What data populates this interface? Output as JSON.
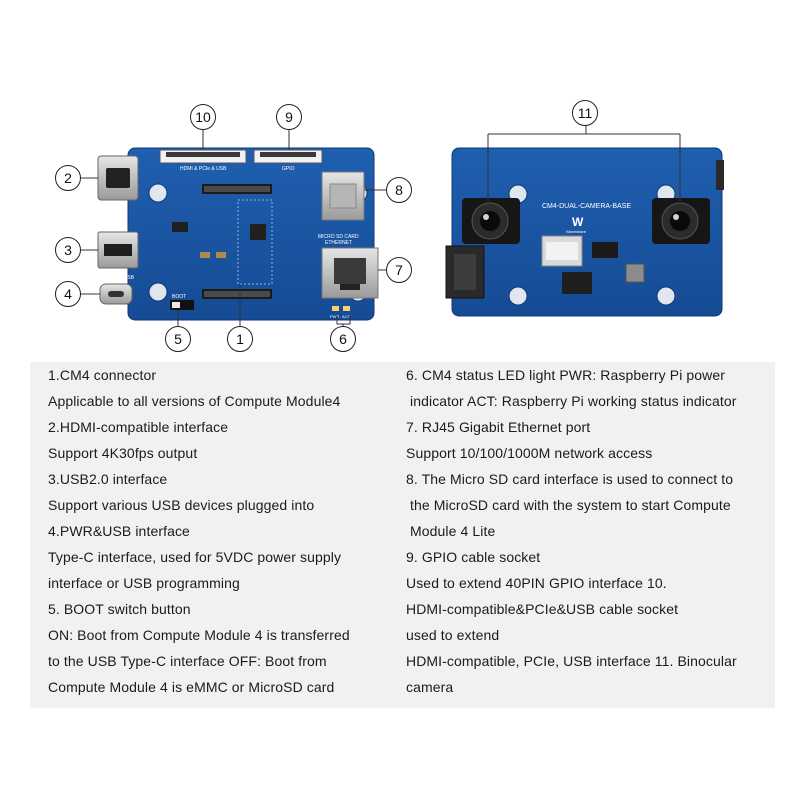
{
  "board_silkscreen": {
    "hdmi_pcie_usb_label": "HDMI & PCIe & USB",
    "gpio_label": "GPIO",
    "micro_sd_label": "MICRO SD CARD",
    "ethernet_label": "ETHERNET",
    "pwr_usb_label": "PWR & USB",
    "boot_label": "BOOT",
    "pwr_led_label": "PWR",
    "act_led_label": "ACT",
    "camera_board_title": "CM4-DUAL-CAMERA-BASE",
    "brand_label": "Waveshare"
  },
  "callouts": {
    "c1": "1",
    "c2": "2",
    "c3": "3",
    "c4": "4",
    "c5": "5",
    "c6": "6",
    "c7": "7",
    "c8": "8",
    "c9": "9",
    "c10": "10",
    "c11": "11"
  },
  "description": {
    "left": [
      "1.CM4 connector",
      "Applicable to all versions of Compute Module4",
      "2.HDMI-compatible interface",
      "Support 4K30fps output",
      "3.USB2.0 interface",
      "Support various USB devices plugged into",
      "4.PWR&USB interface",
      "Type-C interface, used for 5VDC power supply",
      "interface or USB programming",
      "5. BOOT switch button",
      "ON: Boot from Compute Module 4 is transferred",
      "to the USB Type-C interface OFF: Boot from",
      "Compute Module 4 is eMMC or MicroSD card"
    ],
    "right": [
      "6. CM4 status LED light PWR: Raspberry Pi power",
      "indicator ACT: Raspberry Pi working status indicator",
      "7. RJ45 Gigabit Ethernet port",
      "Support 10/100/1000M network access",
      "8. The Micro SD card interface is used to connect to",
      "the MicroSD card with the system to start Compute",
      "Module 4 Lite",
      "9. GPIO cable socket",
      "Used to extend 40PIN GPIO interface 10.",
      "HDMI-compatible&PCIe&USB cable socket",
      "used to extend",
      "HDMI-compatible, PCIe, USB interface 11. Binocular",
      "camera"
    ]
  }
}
